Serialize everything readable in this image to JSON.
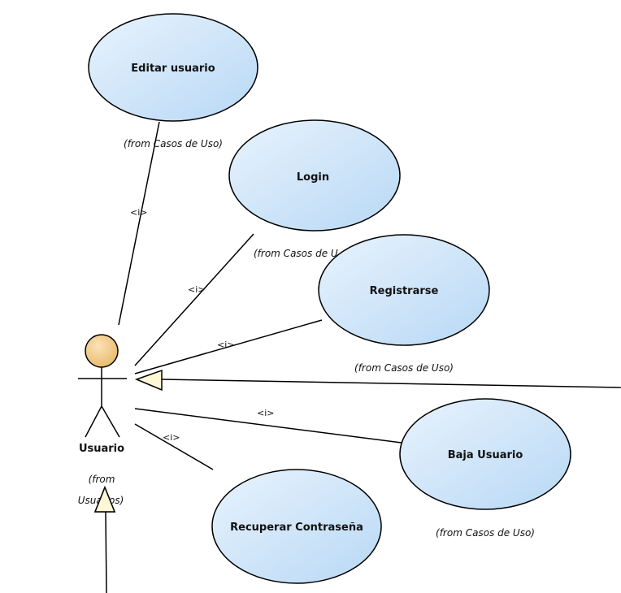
{
  "diagram": {
    "actor": {
      "name": "Usuario",
      "from_line1": "(from",
      "from_line2": "Usuarios)"
    },
    "use_cases": [
      {
        "id": "editar",
        "label": "Editar usuario",
        "from": "(from Casos de Uso)"
      },
      {
        "id": "login",
        "label": "Login",
        "from": "(from Casos de Uso)"
      },
      {
        "id": "registrarse",
        "label": "Registrarse",
        "from": "(from Casos de Uso)"
      },
      {
        "id": "baja",
        "label": "Baja Usuario",
        "from": "(from Casos de Uso)"
      },
      {
        "id": "recuperar",
        "label": "Recuperar Contraseña",
        "from": ""
      }
    ],
    "include_stereotype": "<i>",
    "colors": {
      "usecase_fill_light": "#e8f3fd",
      "usecase_fill_dark": "#b8d8f5",
      "usecase_stroke": "#000000",
      "actor_head_light": "#fbe3b8",
      "actor_head_dark": "#e8b96a",
      "line": "#000000",
      "triangle_fill": "#fff7d6"
    }
  }
}
